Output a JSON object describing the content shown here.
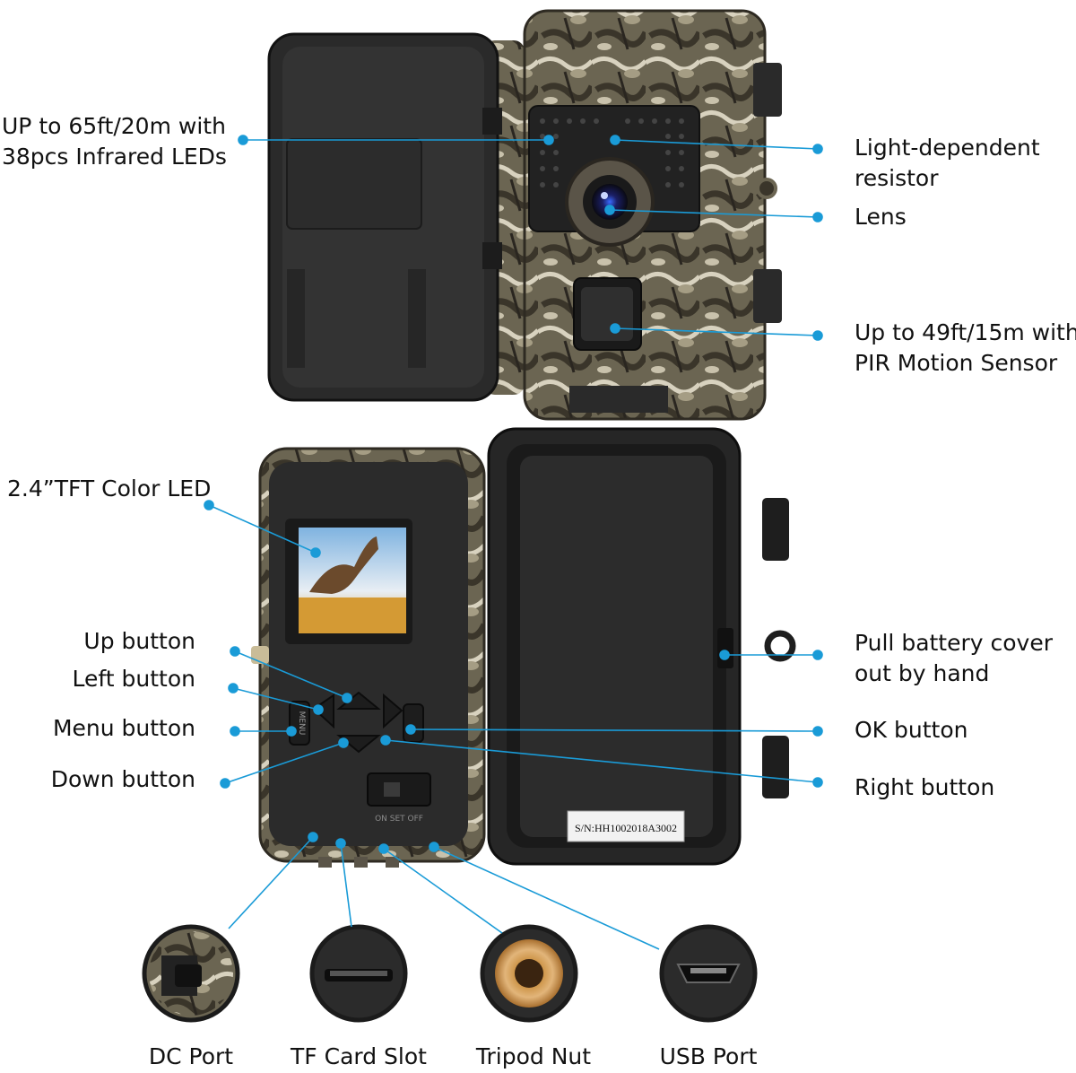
{
  "labels": {
    "ir_leds": [
      "UP to 65ft/20m with",
      "38pcs Infrared LEDs"
    ],
    "ldr": [
      "Light-dependent",
      "resistor"
    ],
    "lens": "Lens",
    "pir": [
      "Up to 49ft/15m with",
      "PIR Motion Sensor"
    ],
    "tft": "2.4”TFT Color LED",
    "up_button": "Up button",
    "left_button": "Left button",
    "menu_button": "Menu button",
    "down_button": "Down button",
    "battery_cover": [
      "Pull battery cover",
      "out by hand"
    ],
    "ok_button": "OK button",
    "right_button": "Right button",
    "dc_port": "DC Port",
    "tf_card_slot": "TF Card Slot",
    "tripod_nut": "Tripod Nut",
    "usb_port": "USB Port"
  },
  "device": {
    "serial": "S/N:HH1002018A3002",
    "menu_key": "MENU",
    "switch_positions": "ON SET OFF"
  },
  "colors": {
    "callout": "#1a9bd7",
    "housing": "#2b2b2b",
    "camo_base": "#6b6552"
  }
}
